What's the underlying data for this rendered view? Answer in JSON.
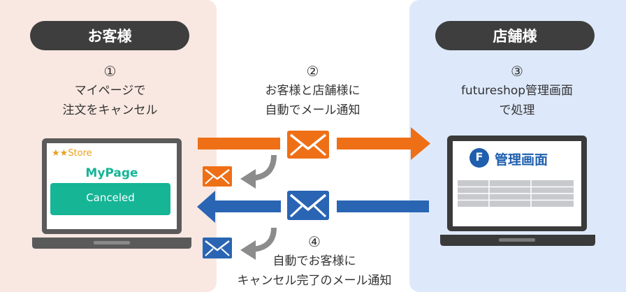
{
  "customer": {
    "label": "お客様",
    "step_number": "①",
    "step_line1": "マイページで",
    "step_line2": "注文をキャンセル",
    "screen": {
      "store_name": "★★Store",
      "page_title": "MyPage",
      "status_label": "Canceled"
    }
  },
  "notice": {
    "step_number": "②",
    "step_line1": "お客様と店舗様に",
    "step_line2": "自動でメール通知"
  },
  "shop": {
    "label": "店舗様",
    "step_number": "③",
    "step_line1": "futureshop管理画面",
    "step_line2": "で処理",
    "screen": {
      "logo_letter": "F",
      "title": "管理画面"
    }
  },
  "completion": {
    "step_number": "④",
    "step_line1": "自動でお客様に",
    "step_line2": "キャンセル完了のメール通知"
  },
  "colors": {
    "customer_bg": "#f9e8e1",
    "shop_bg": "#dde9fb",
    "orange": "#ee6f16",
    "blue": "#2a65b4",
    "green": "#15b596",
    "gray_arrow": "#8c8c8c",
    "pill": "#3e3e3e"
  }
}
